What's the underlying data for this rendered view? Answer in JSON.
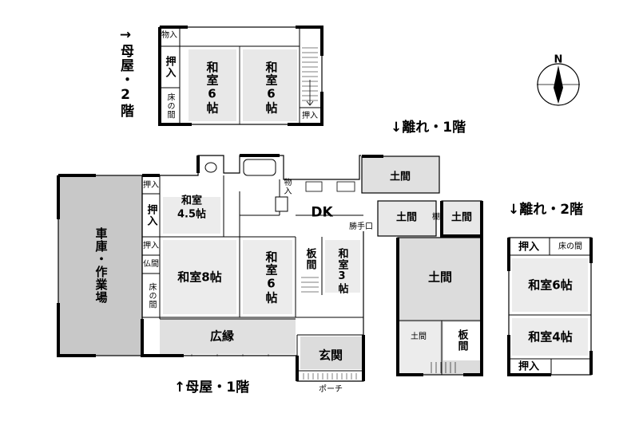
{
  "title_main_2f": "→母屋・2階",
  "title_hanare_1f": "↓離れ・1階",
  "title_hanare_2f": "↓離れ・2階",
  "title_main_1f": "↑母屋・1階",
  "compass": "N",
  "rooms": {
    "m2_closet_small": "物入",
    "m2_oshiire": "押入",
    "m2_tokonoma": "床の間",
    "m2_washitsu_a": "和室6帖",
    "m2_washitsu_b": "和室6帖",
    "m2_oshiire_right": "押入",
    "garage": "車庫・作業場",
    "oshiire_1": "押入",
    "washitsu_45_a": "和室",
    "washitsu_45_b": "4.5帖",
    "oshiire_2": "押入",
    "oshiire_3": "押入",
    "butsuma": "仏間",
    "tokonoma_1f": "床の間",
    "washitsu_8": "和室8帖",
    "washitsu_6": "和室6帖",
    "itama_1": "板間",
    "washitsu_3": "和室3帖",
    "dk": "DK",
    "monoire_dk": "物入",
    "katteguchi": "勝手口",
    "hiroen": "広縁",
    "genkan": "玄関",
    "porch": "ポーチ",
    "h1_doma_top": "土間",
    "h1_doma_left": "土間",
    "h1_tana": "棚",
    "h1_doma_right": "土間",
    "h1_doma_big": "土間",
    "h1_doma_small": "土間",
    "h1_itama": "板間",
    "h2_oshiire_top": "押入",
    "h2_tokonoma": "床の間",
    "h2_washitsu_6": "和室6帖",
    "h2_washitsu_4": "和室4帖",
    "h2_oshiire_bottom": "押入"
  }
}
